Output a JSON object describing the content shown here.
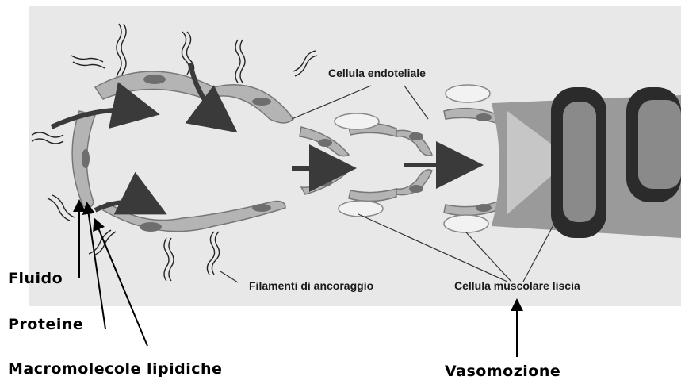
{
  "labels": {
    "cellula_endoteliale": "Cellula endoteliale",
    "filamenti_di_ancoraggio": "Filamenti di ancoraggio",
    "cellula_muscolare_liscia": "Cellula muscolare liscia",
    "fluido": "Fluido",
    "proteine": "Proteine",
    "macromolecole_lipidiche": "Macromolecole lipidiche",
    "vasomozione": "Vasomozione"
  },
  "colors": {
    "panel_background": "#e8e8e8",
    "cell_wall": "#b4b4b4",
    "nucleus": "#6e6e6e",
    "muscle_ring": "#2b2b2b",
    "arrow": "#3a3a3a"
  }
}
